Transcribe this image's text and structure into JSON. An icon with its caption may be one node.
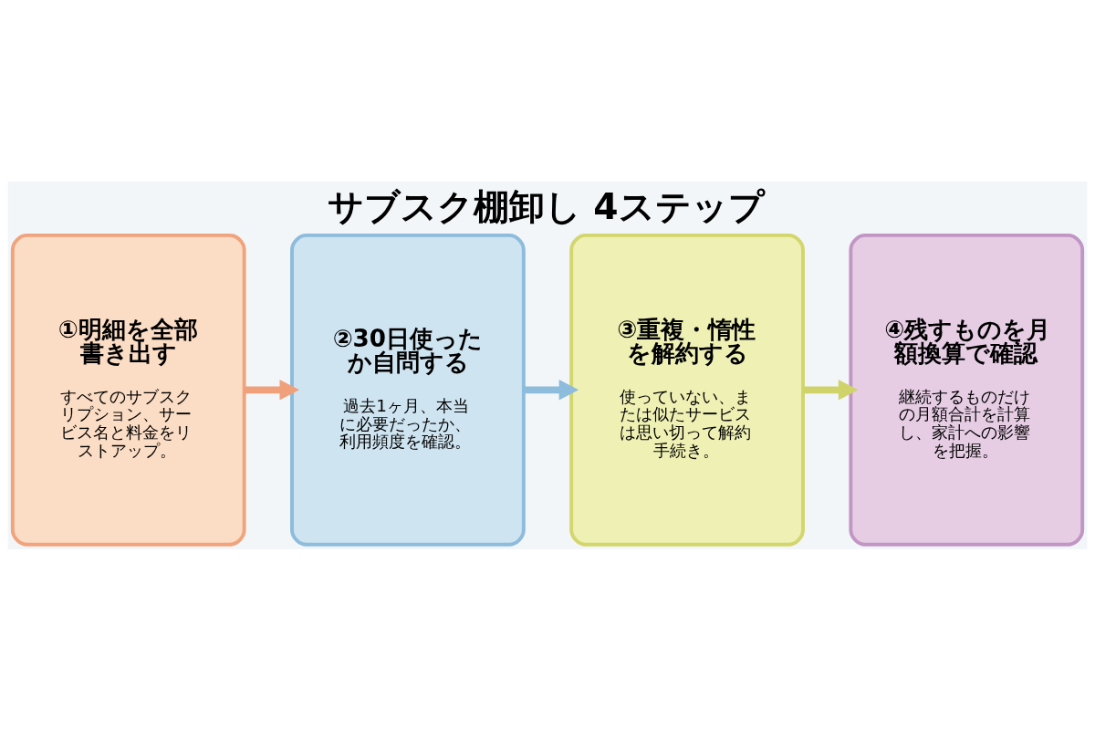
{
  "diagram": {
    "title": "サブスク棚卸し 4ステップ",
    "nodes": [
      {
        "text": [
          "①明細を全部書き出す",
          "すべてのサブスクリプション、サービス名と料金をリストアップ。"
        ]
      },
      {
        "text": [
          "②30日使ったか自問する",
          "過去1ヶ月、本当に必要だったか、利用頻度を確認。"
        ]
      },
      {
        "text": [
          "③重複・惰性を解約する",
          "使っていない、または似たサービスは思い切って解約手続き。"
        ]
      },
      {
        "text": [
          "④残すものを月額換算で確認",
          "継続するものだけの月額合計を計算し、家計への影響を把握。"
        ]
      }
    ],
    "edges": [
      {
        "from": 0,
        "to": 1,
        "arrow": "to",
        "color": "#f0a07a"
      },
      {
        "from": 1,
        "to": 2,
        "arrow": "to",
        "color": "#8dbcdc"
      },
      {
        "from": 2,
        "to": 3,
        "arrow": "to",
        "color": "#cfd36a"
      }
    ]
  }
}
